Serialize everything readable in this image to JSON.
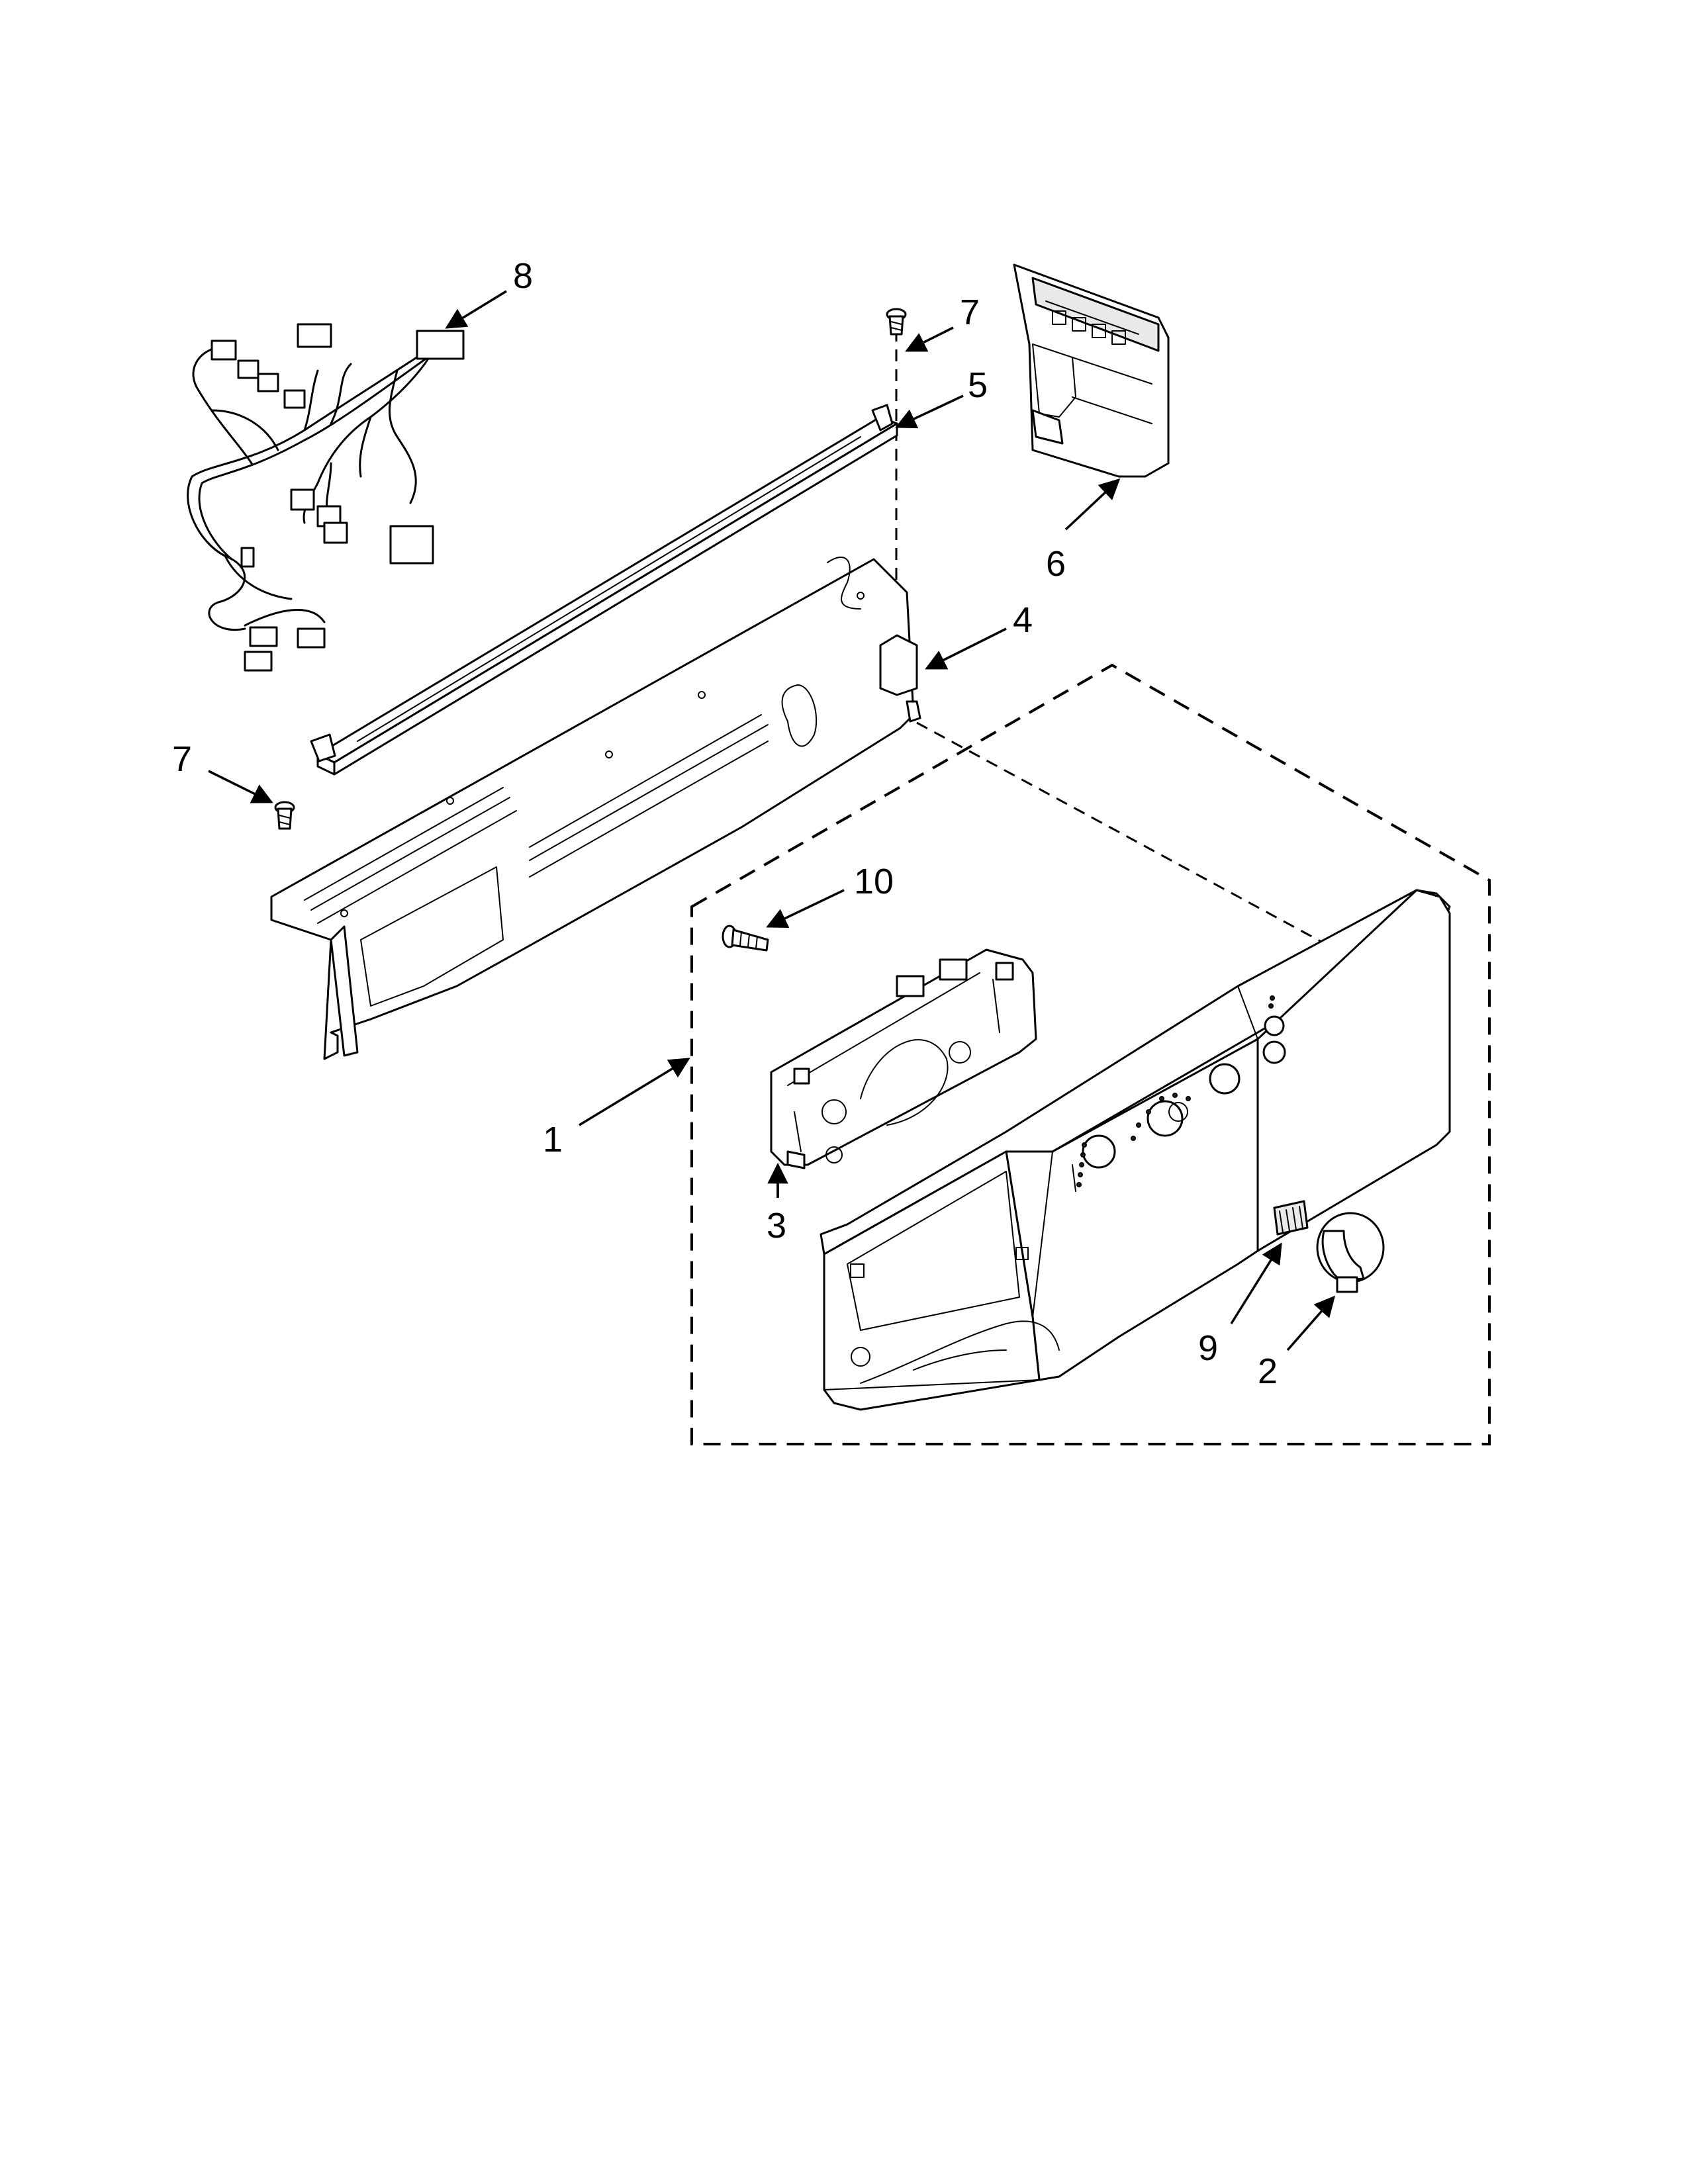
{
  "callouts": {
    "c1": "1",
    "c2": "2",
    "c3": "3",
    "c4": "4",
    "c5": "5",
    "c6": "6",
    "c7a": "7",
    "c7b": "7",
    "c8": "8",
    "c9": "9",
    "c10": "10"
  }
}
